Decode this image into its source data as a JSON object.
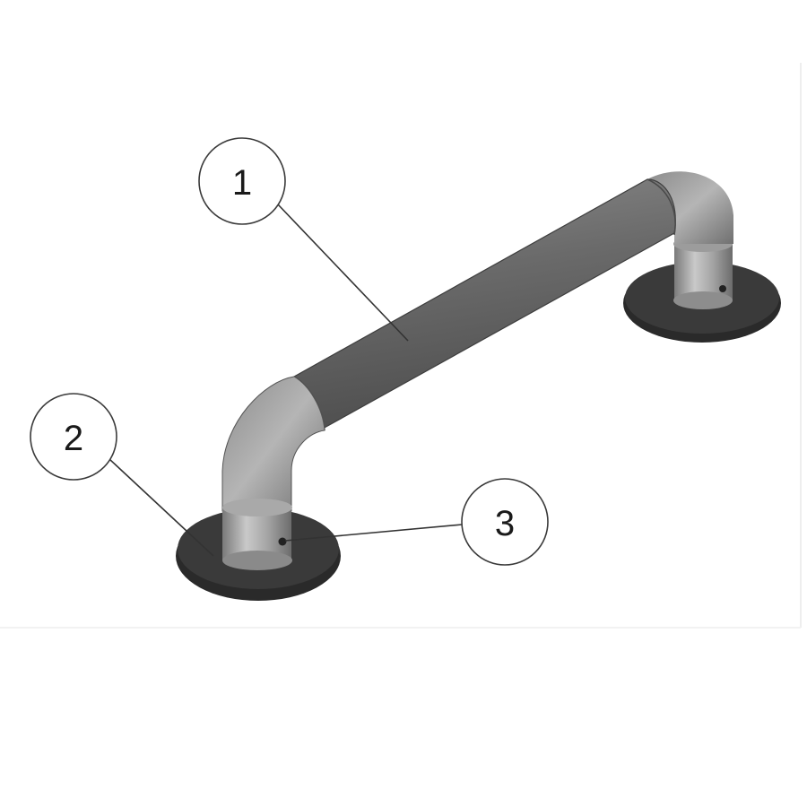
{
  "diagram": {
    "callouts": [
      {
        "label": "1",
        "part": "grab-bar-tube"
      },
      {
        "label": "2",
        "part": "mounting-flange"
      },
      {
        "label": "3",
        "part": "set-screw"
      }
    ]
  }
}
